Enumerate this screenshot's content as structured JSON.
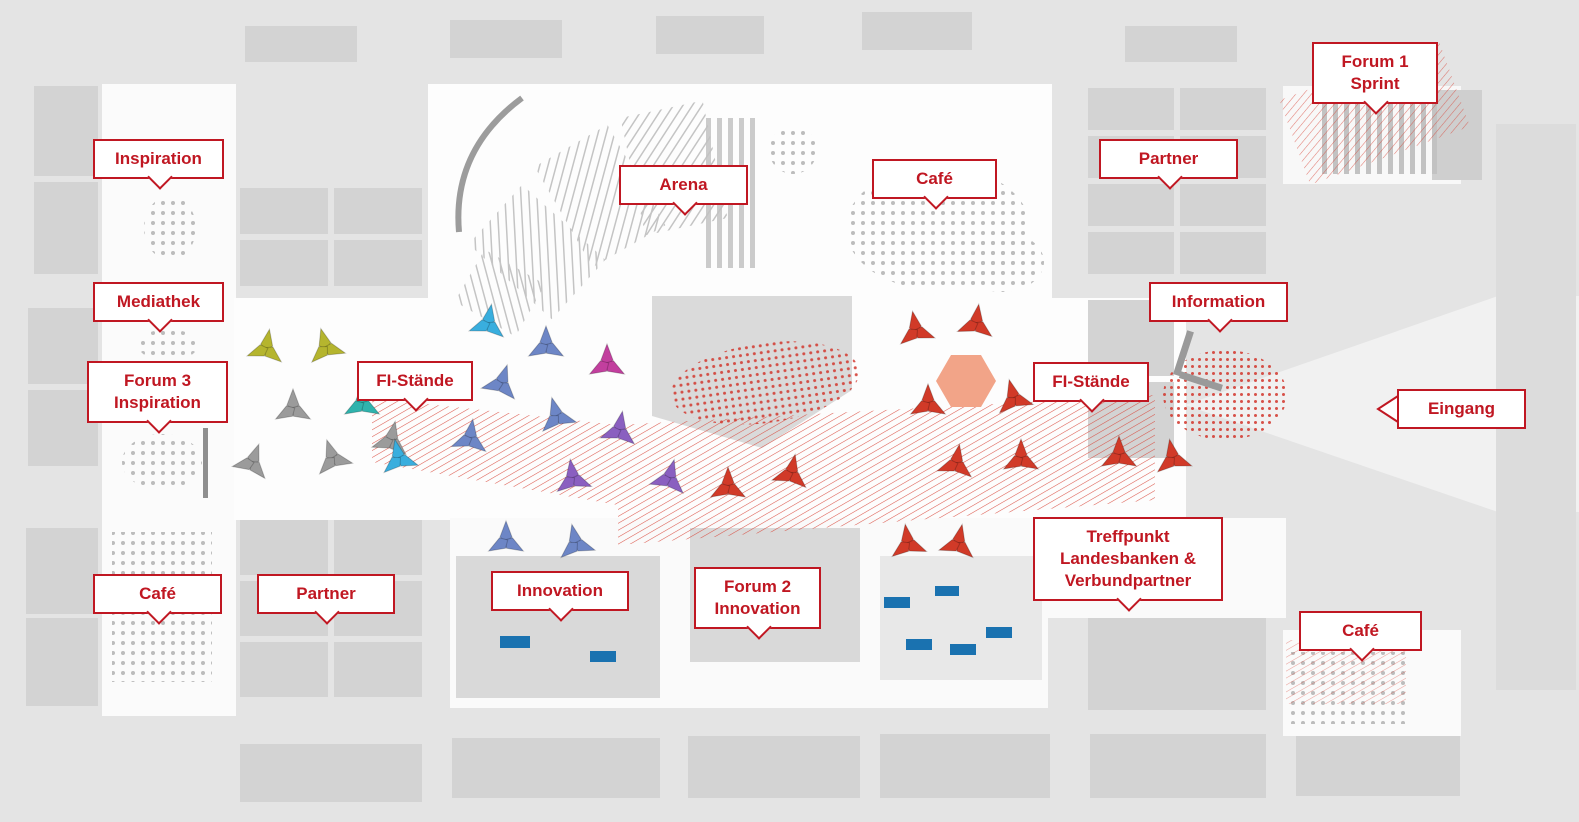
{
  "map": {
    "type": "exhibition-floorplan",
    "colors": {
      "accent_red": "#c01722",
      "background_gray": "#e4e4e4",
      "booth_gray": "#d3d3d3",
      "floor_white": "#fdfdfd",
      "table_blue": "#1a72b0",
      "stand_yellow": "#b5b52e",
      "stand_gray": "#9b9b9b",
      "stand_teal": "#2fb3ad",
      "stand_cyan": "#39aede",
      "stand_blue": "#6d86c6",
      "stand_magenta": "#c23f9e",
      "stand_purple": "#8a5fc0",
      "stand_red": "#d13a28",
      "highlight_salmon": "#f2a488"
    },
    "icons": {
      "entrance_arrow": "left-arrow-icon",
      "stand_marker": "three-point-star-icon",
      "callout_tail": "pointer-down-icon"
    }
  },
  "callouts": {
    "inspiration": {
      "label": "Inspiration"
    },
    "mediathek": {
      "label": "Mediathek"
    },
    "forum_3": {
      "label": "Forum 3\nInspiration"
    },
    "cafe_left": {
      "label": "Café"
    },
    "partner_left": {
      "label": "Partner"
    },
    "fi_staende_left": {
      "label": "FI-Stände"
    },
    "arena": {
      "label": "Arena"
    },
    "cafe_top": {
      "label": "Café"
    },
    "partner_right": {
      "label": "Partner"
    },
    "information": {
      "label": "Information"
    },
    "fi_staende_right": {
      "label": "FI-Stände"
    },
    "forum_1": {
      "label": "Forum 1\nSprint"
    },
    "eingang": {
      "label": "Eingang"
    },
    "treffpunkt": {
      "label": "Treffpunkt\nLandesbanken &\nVerbundpartner"
    },
    "innovation": {
      "label": "Innovation"
    },
    "forum_2": {
      "label": "Forum 2\nInnovation"
    },
    "cafe_bottom_right": {
      "label": "Café"
    }
  }
}
